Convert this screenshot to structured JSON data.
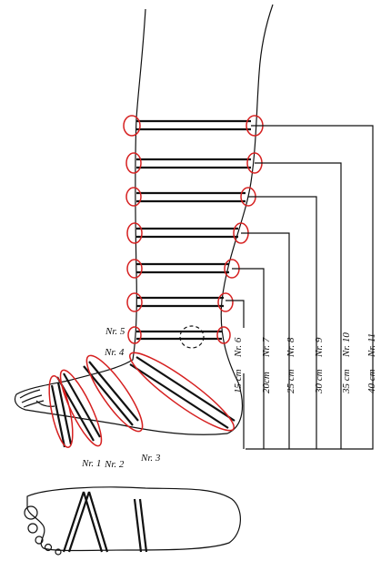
{
  "labels": {
    "nr1": "Nr. 1",
    "nr2": "Nr. 2",
    "nr3": "Nr. 3",
    "nr4": "Nr. 4",
    "nr5": "Nr. 5",
    "nr6": "Nr. 6",
    "nr7": "Nr. 7",
    "nr8": "Nr. 8",
    "nr9": "Nr. 9",
    "nr10": "Nr. 10",
    "nr11": "Nr. 11"
  },
  "measurements": {
    "m15": "15 cm",
    "m20": "20cm",
    "m25": "25 cm",
    "m30": "30 cm",
    "m35": "35 cm",
    "m40": "40 cm"
  },
  "colors": {
    "outline": "#111111",
    "marker": "#d62020"
  }
}
